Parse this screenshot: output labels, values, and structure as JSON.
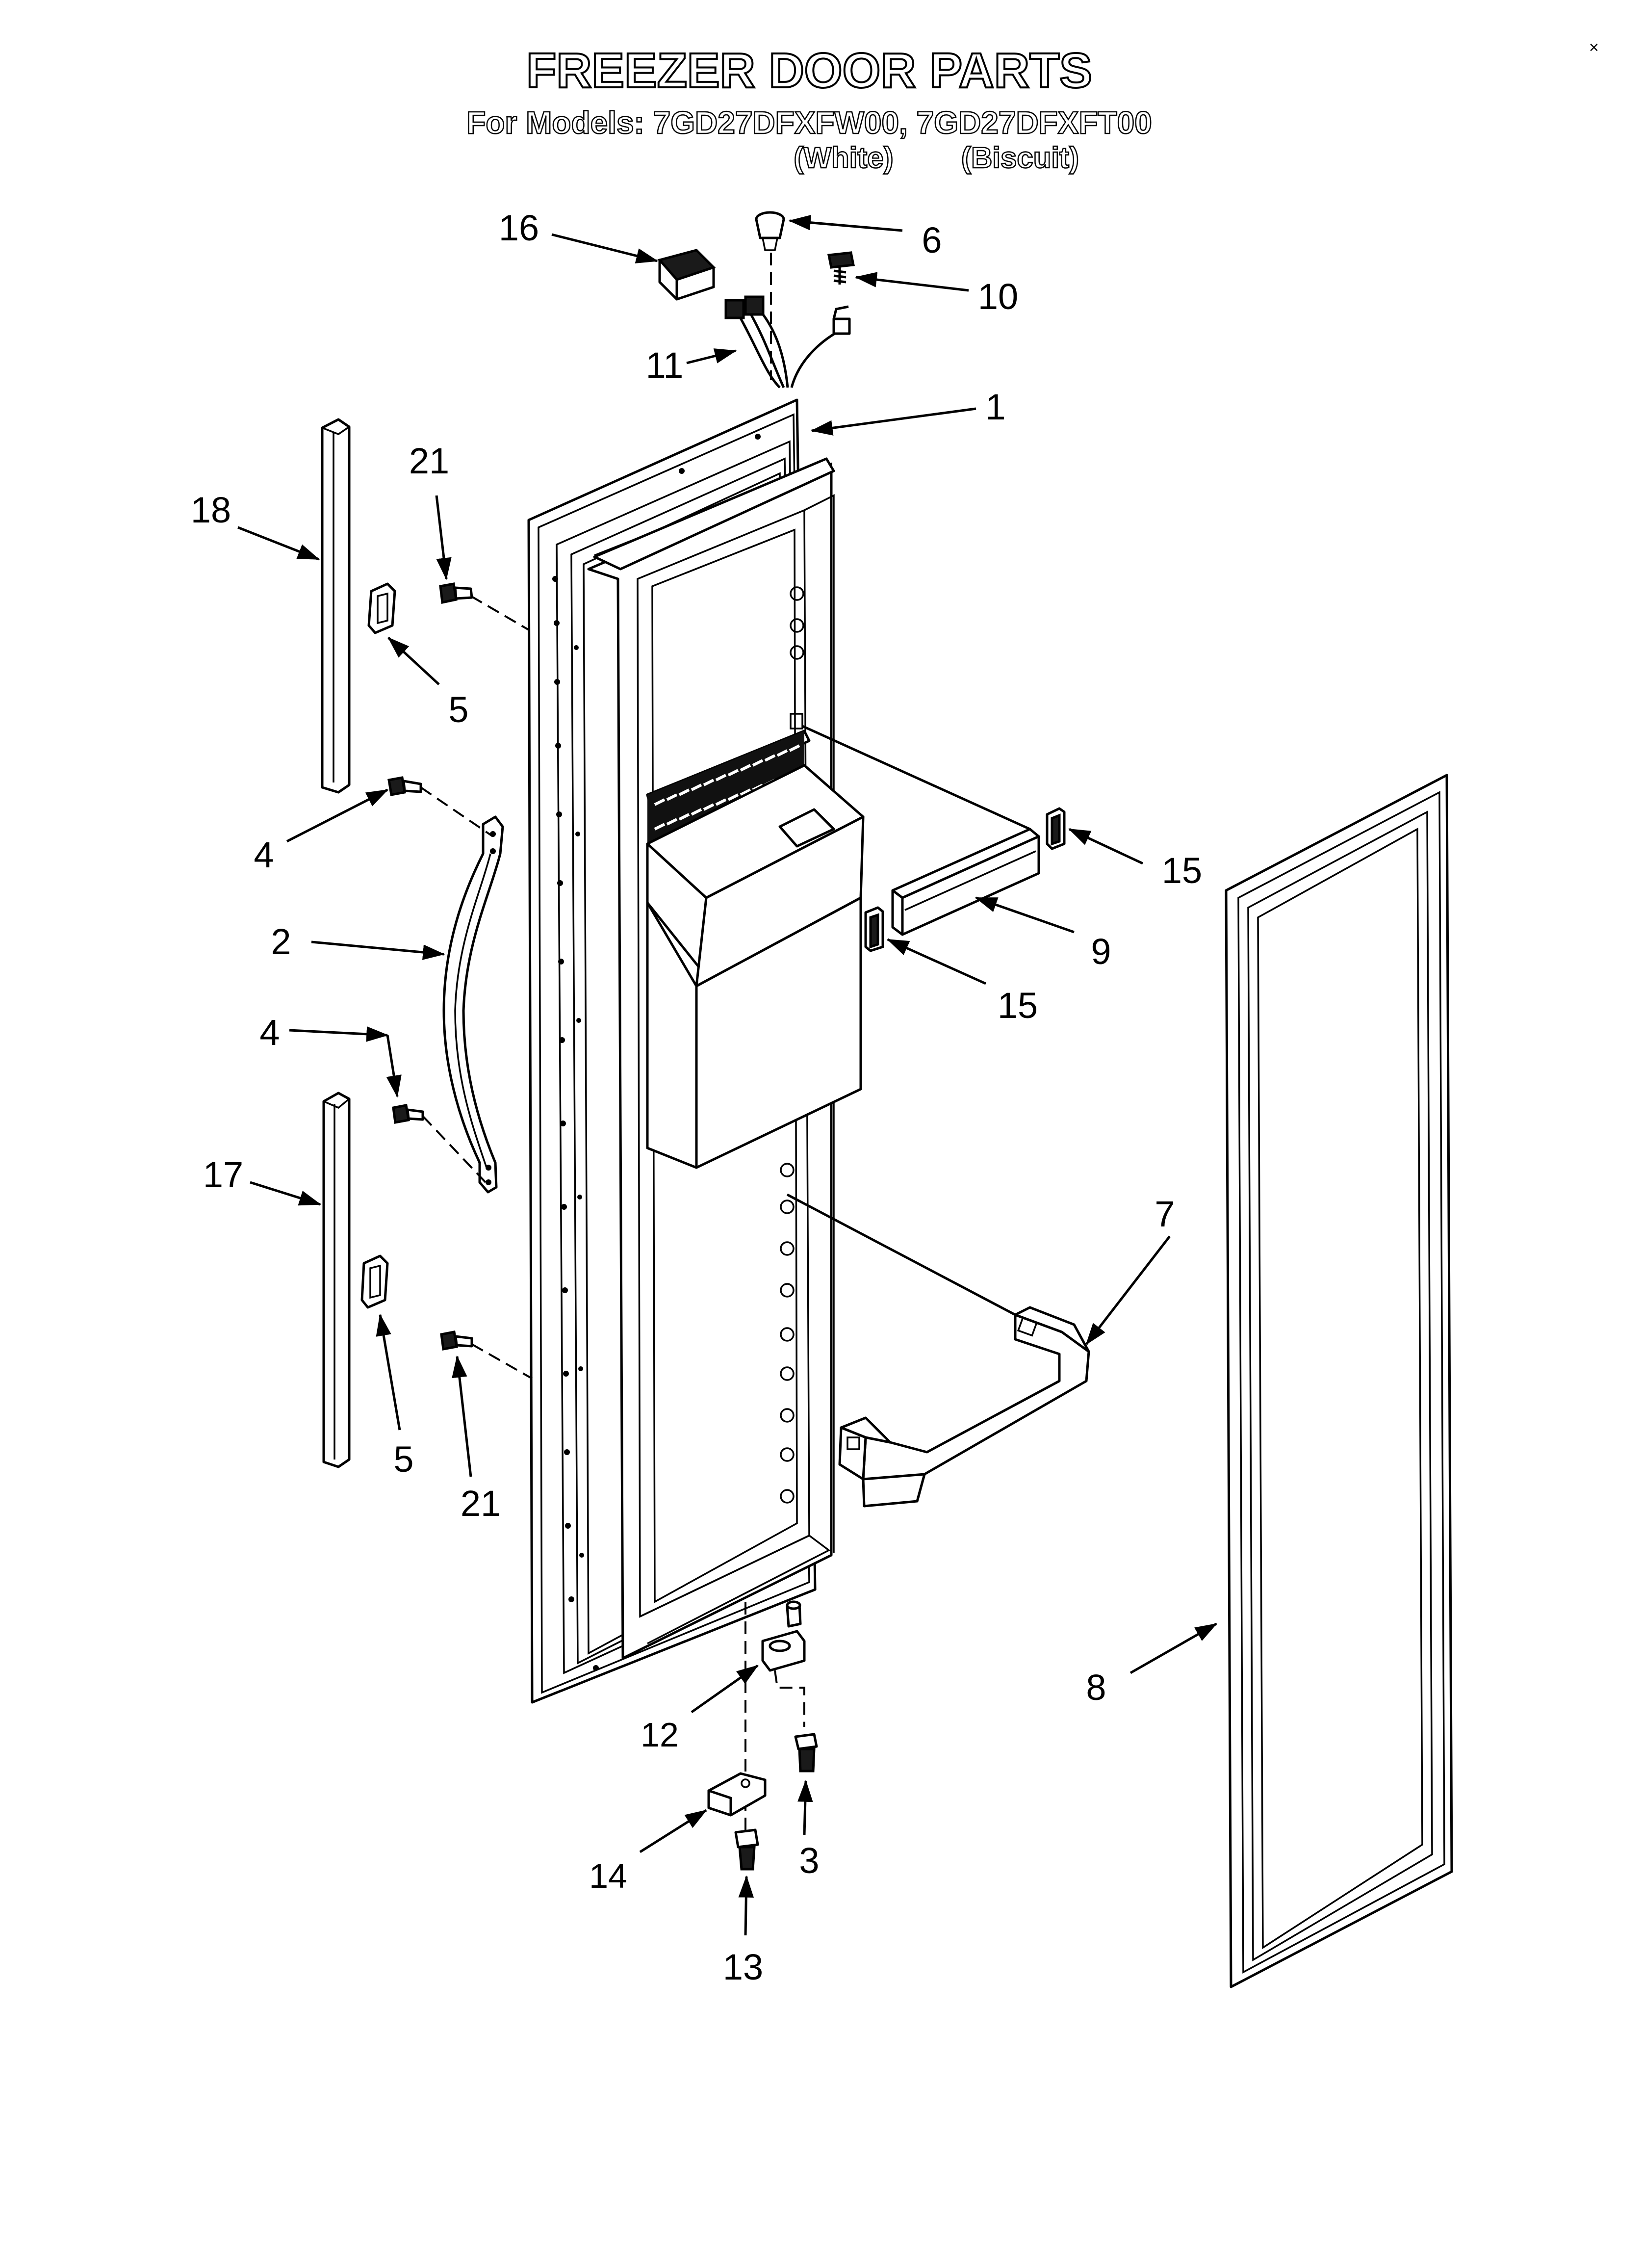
{
  "header": {
    "title": "FREEZER DOOR PARTS",
    "models_line": "For Models: 7GD27DFXFW00, 7GD27DFXFT00",
    "variant_white": "(White)",
    "variant_biscuit": "(Biscuit)"
  },
  "corner_mark": "×",
  "callouts": [
    {
      "id": "c16",
      "text": "16"
    },
    {
      "id": "c6",
      "text": "6"
    },
    {
      "id": "c10",
      "text": "10"
    },
    {
      "id": "c11",
      "text": "11"
    },
    {
      "id": "c1",
      "text": "1"
    },
    {
      "id": "c21a",
      "text": "21"
    },
    {
      "id": "c18",
      "text": "18"
    },
    {
      "id": "c5a",
      "text": "5"
    },
    {
      "id": "c4a",
      "text": "4"
    },
    {
      "id": "c15a",
      "text": "15"
    },
    {
      "id": "c2",
      "text": "2"
    },
    {
      "id": "c9",
      "text": "9"
    },
    {
      "id": "c15b",
      "text": "15"
    },
    {
      "id": "c4b",
      "text": "4"
    },
    {
      "id": "c17",
      "text": "17"
    },
    {
      "id": "c7",
      "text": "7"
    },
    {
      "id": "c5b",
      "text": "5"
    },
    {
      "id": "c21b",
      "text": "21"
    },
    {
      "id": "c8",
      "text": "8"
    },
    {
      "id": "c12",
      "text": "12"
    },
    {
      "id": "c3",
      "text": "3"
    },
    {
      "id": "c14",
      "text": "14"
    },
    {
      "id": "c13",
      "text": "13"
    }
  ]
}
